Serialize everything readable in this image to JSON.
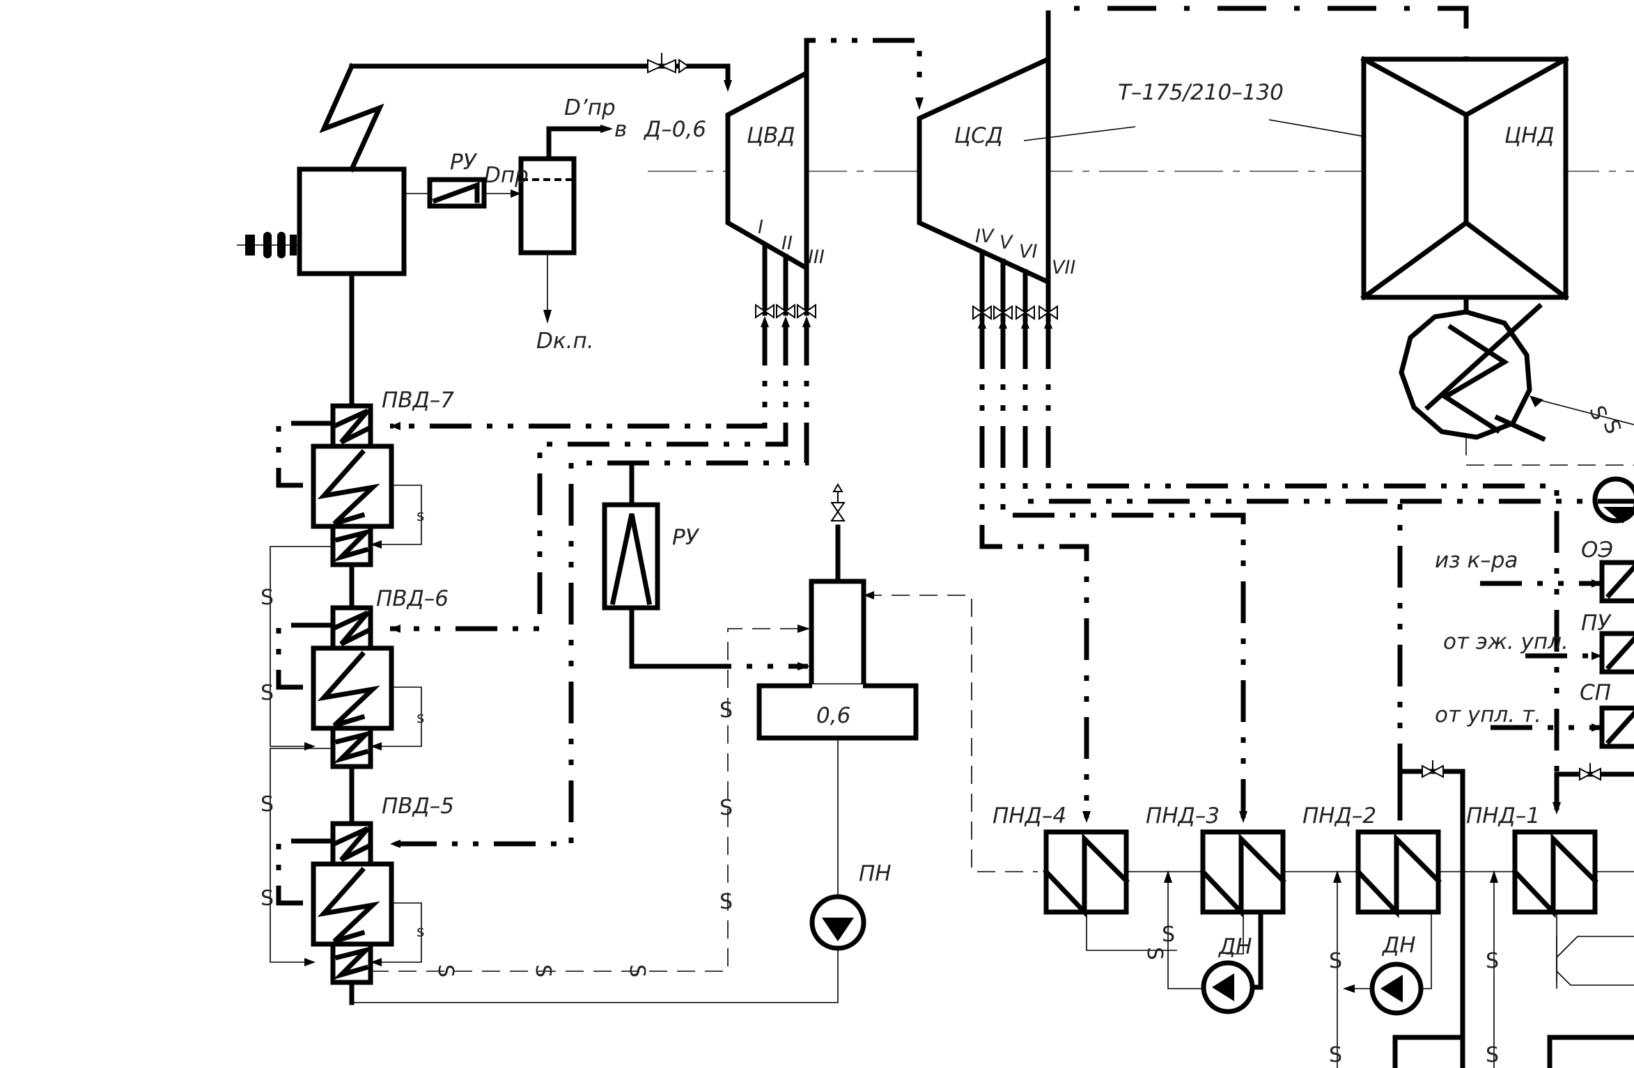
{
  "diagram": {
    "turbine_label": "Т–175/210–130",
    "sections": {
      "hp": "ЦВД",
      "ip": "ЦСД",
      "lp": "ЦНД"
    },
    "extraction_marks": {
      "i": "I",
      "ii": "II",
      "iii": "III",
      "iv": "IV",
      "v": "V",
      "vi": "VI",
      "vii": "VII"
    },
    "deaerator_small": "Д–0,6",
    "d_pr_prime": "D’пр",
    "d_pr": "Dпр",
    "d_kp": "Dк.п.",
    "b_mark": "в",
    "reducer_top": "РУ",
    "reducer_mid": "РУ",
    "deaerator_pressure": "0,6",
    "feed_pump": "ПН",
    "hp_heaters": [
      "ПВД–7",
      "ПВД–6",
      "ПВД–5"
    ],
    "lp_heaters": [
      "ПНД–4",
      "ПНД–3",
      "ПНД–2",
      "ПНД–1"
    ],
    "drain_pumps": [
      "ДН",
      "ДН"
    ],
    "ejector": "ОЭ",
    "seal_cooler": "ПУ",
    "gland_heater": "СП",
    "from_condenser": "из к–ра",
    "from_ejector": "от эж. упл.",
    "from_seals": "от упл. т.",
    "s_mark": "S",
    "s_small": "s"
  }
}
